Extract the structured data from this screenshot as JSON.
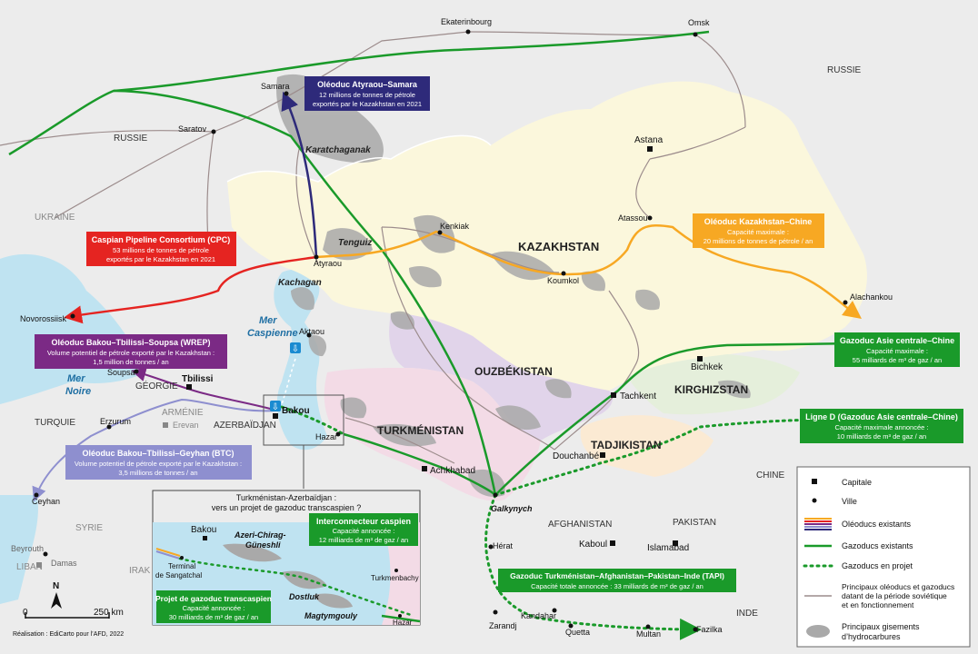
{
  "countries": {
    "russia_ne": "RUSSIE",
    "russia_w": "RUSSIE",
    "ukraine": "UKRAINE",
    "kazakhstan": "KAZAKHSTAN",
    "ouzbekistan": "OUZBÉKISTAN",
    "turkmenistan": "TURKMÉNISTAN",
    "kirghizstan": "KIRGHIZSTAN",
    "tadjikistan": "TADJIKISTAN",
    "afghanistan": "AFGHANISTAN",
    "pakistan": "PAKISTAN",
    "chine": "CHINE",
    "inde": "INDE",
    "turquie": "TURQUIE",
    "georgie": "GÉORGIE",
    "armenie": "ARMÉNIE",
    "azerbaidjan": "AZERBAÏDJAN",
    "syrie": "SYRIE",
    "irak": "IRAK",
    "liban": "LIBAN"
  },
  "seas": {
    "caspienne_1": "Mer",
    "caspienne_2": "Caspienne",
    "noire_1": "Mer",
    "noire_2": "Noire"
  },
  "cities": {
    "ekaterinbourg": "Ekaterinbourg",
    "omsk": "Omsk",
    "samara": "Samara",
    "saratov": "Saratov",
    "astana": "Astana",
    "kenkiak": "Kenkiak",
    "atassou": "Atassou",
    "atyraou": "Atyraou",
    "koumkol": "Koumkol",
    "alachankou": "Alachankou",
    "novorossiisk": "Novorossiisk",
    "aktaou": "Aktaou",
    "soupsa": "Soupsa",
    "tbilissi": "Tbilissi",
    "bakou": "Bakou",
    "erevan": "Erevan",
    "erzurum": "Erzurum",
    "ceyhan": "Ceyhan",
    "hazar": "Hazar",
    "achkhabad": "Achkhabad",
    "tachkent": "Tachkent",
    "bichkek": "Bichkek",
    "douchanbe": "Douchanbé",
    "galkynych": "Galkynych",
    "herat": "Hérat",
    "kaboul": "Kaboul",
    "islamabad": "Islamabad",
    "kandahar": "Kandahar",
    "zarandj": "Zarandj",
    "quetta": "Quetta",
    "multan": "Multan",
    "fazilka": "Fazilka",
    "beyrouth": "Beyrouth",
    "damas": "Damas"
  },
  "fields": {
    "karatchaganak": "Karatchaganak",
    "tenguiz": "Tenguiz",
    "kachagan": "Kachagan"
  },
  "callouts": {
    "atyraou_samara": {
      "title": "Oléoduc Atyraou–Samara",
      "line1": "12 millions de tonnes de pétrole",
      "line2": "exportés par le Kazakhstan en 2021",
      "color": "#2e2a7a"
    },
    "cpc": {
      "title": "Caspian Pipeline Consortium (CPC)",
      "line1": "53 millions de tonnes de pétrole",
      "line2": "exportés par le Kazakhstan en 2021",
      "color": "#e52421"
    },
    "wrep": {
      "title": "Oléoduc Bakou–Tbilissi–Soupsa (WREP)",
      "line1": "Volume potentiel de pétrole exporté par le Kazakhstan :",
      "line2": "1,5 million de tonnes / an",
      "color": "#7b2a85"
    },
    "btc": {
      "title": "Oléoduc Bakou–Tbilissi–Geyhan (BTC)",
      "line1": "Volume potentiel de pétrole exporté par le Kazakhstan :",
      "line2": "3,5 millions de tonnes / an",
      "color": "#8e8fcf"
    },
    "kaz_chine": {
      "title": "Oléoduc Kazakhstan–Chine",
      "line1": "Capacité maximale :",
      "line2": "20 millions de tonnes de pétrole / an",
      "color": "#f7a823"
    },
    "asie_chine": {
      "title": "Gazoduc Asie centrale–Chine",
      "line1": "Capacité maximale :",
      "line2": "55 milliards de m³ de gaz / an",
      "color": "#1a9a2a"
    },
    "ligne_d": {
      "title": "Ligne D (Gazoduc Asie centrale–Chine)",
      "line1": "Capacité maximale annoncée :",
      "line2": "10 milliards de m³ de gaz / an",
      "color": "#1a9a2a"
    },
    "tapi": {
      "title": "Gazoduc Turkménistan–Afghanistan–Pakistan–Inde (TAPI)",
      "line1": "Capacité totale annoncée : 33 milliards de m³ de gaz / an",
      "color": "#1a9a2a"
    },
    "interconnecteur": {
      "title": "Interconnecteur caspien",
      "line1": "Capacité annoncée :",
      "line2": "12 milliards de m³ de gaz / an",
      "color": "#1a9a2a"
    },
    "transcaspien": {
      "title": "Projet de gazoduc transcaspien",
      "line1": "Capacité annoncée :",
      "line2": "30 milliards de m³ de gaz / an",
      "color": "#1a9a2a"
    }
  },
  "inset": {
    "title1": "Turkménistan-Azerbaïdjan :",
    "title2": "vers un projet de gazoduc transcaspien ?",
    "bakou": "Bakou",
    "terminal1": "Terminal",
    "terminal2": "de Sangatchal",
    "azeri1": "Azeri-Chirag-",
    "azeri2": "Güneshli",
    "dostluk": "Dostluk",
    "magtymgouly": "Magtymgouly",
    "turkmenbachy": "Turkmenbachy",
    "hazar": "Hazar"
  },
  "legend": {
    "capitale": "Capitale",
    "ville": "Ville",
    "oleoducs": "Oléoducs existants",
    "gazoducs": "Gazoducs existants",
    "gazoducs_projet": "Gazoducs en projet",
    "sovietique1": "Principaux oléoducs et gazoducs",
    "sovietique2": "datant de la période soviétique",
    "sovietique3": "et en fonctionnement",
    "gisements1": "Principaux gisements",
    "gisements2": "d’hydrocarbures"
  },
  "scale": {
    "zero": "0",
    "dist": "250 km",
    "north": "N"
  },
  "credit": "Réalisation : EdiCarto pour l’AFD, 2022",
  "colors": {
    "sea": "#bfe3f1",
    "land": "#ececec",
    "kazakhstan": "#fbf7dc",
    "ouzbekistan": "#e1d4ea",
    "turkmenistan": "#f3dbe6",
    "kirghizstan": "#e5efdb",
    "tadjikistan": "#fbead3",
    "fields": "#a9a9a9",
    "oil_red": "#e52421",
    "oil_orange": "#f7a823",
    "oil_blue": "#2e2a7a",
    "oil_purple": "#7b2a85",
    "oil_lilac": "#8e8fcf",
    "gas_green": "#1a9a2a"
  }
}
